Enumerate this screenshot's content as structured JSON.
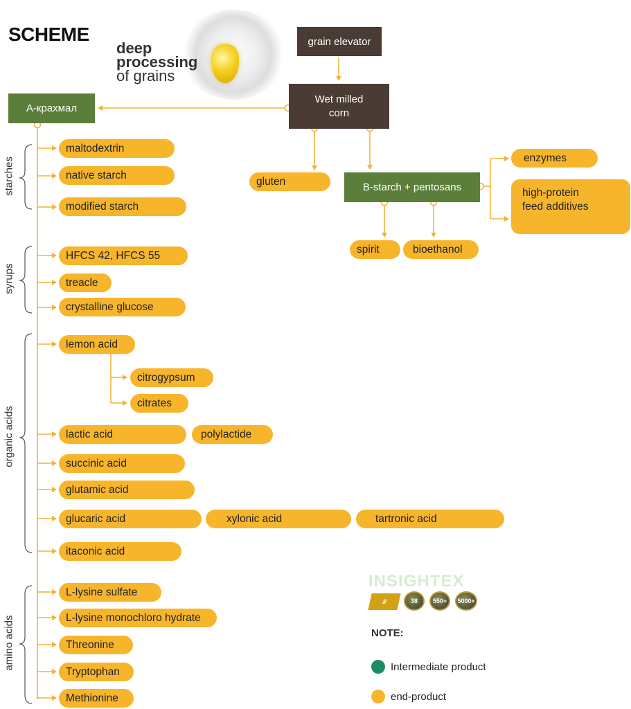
{
  "header": {
    "title": "SCHEME",
    "subtitle_line1": "deep",
    "subtitle_line2": "processing",
    "subtitle_line3": "of grains"
  },
  "nodes": {
    "grain_elevator": "grain elevator",
    "wet_milled_corn_l1": "Wet milled",
    "wet_milled_corn_l2": "corn",
    "a_starch": "А-крахмал",
    "gluten": "gluten",
    "b_starch": "B-starch + pentosans",
    "enzymes": "enzymes",
    "feed_l1": "high-protein",
    "feed_l2": "feed additives",
    "spirit": "spirit",
    "bioethanol": "bioethanol"
  },
  "categories": {
    "starches": "starches",
    "syrups": "syrups",
    "organic_acids": "organic acids",
    "amino_acids": "amino acids"
  },
  "products": {
    "maltodextrin": "maltodextrin",
    "native_starch": "native starch",
    "modified_starch": "modified starch",
    "hfcs": "HFCS 42, HFCS 55",
    "treacle": "treacle",
    "crystalline_glucose": "crystalline glucose",
    "lemon_acid": "lemon acid",
    "citrogypsum": "citrogypsum",
    "citrates": "citrates",
    "lactic_acid": "lactic acid",
    "polylactide": "polylactide",
    "succinic_acid": "succinic acid",
    "glutamic_acid": "glutamic acid",
    "glucaric_acid": "glucaric acid",
    "xylonic_acid": "xylonic acid",
    "tartronic_acid": "tartronic acid",
    "itaconic_acid": "itaconic acid",
    "l_lysine_sulfate": "L-lysine sulfate",
    "l_lysine_mch": "L-lysine monochloro hydrate",
    "threonine": "Threonine",
    "tryptophan": "Tryptophan",
    "methionine": "Methionine"
  },
  "logo": {
    "text": "INSIGHTEX",
    "badges": [
      "8",
      "38",
      "550+",
      "5000+"
    ]
  },
  "legend": {
    "title": "NOTE:",
    "items": [
      {
        "label": "Intermediate product",
        "color": "#1f8a6a"
      },
      {
        "label": "end-product",
        "color": "#f7b52c"
      }
    ]
  },
  "colors": {
    "end_product": "#f7b52c",
    "intermediate_green": "#5b7f3a",
    "source_dark": "#4a3b34",
    "connector": "#f2b23a"
  }
}
